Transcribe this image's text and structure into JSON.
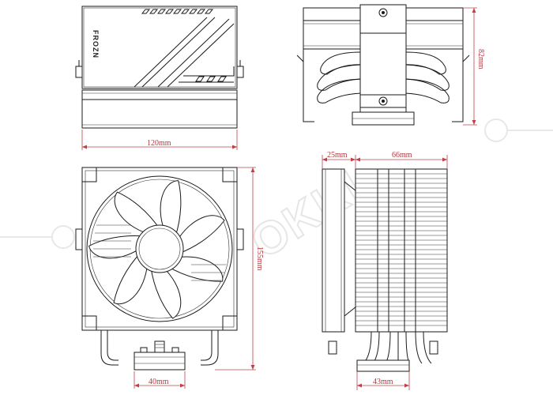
{
  "brand_label": "FROZN",
  "watermark": "OKKI",
  "dimensions": {
    "top_width": "120mm",
    "side_height": "82mm",
    "front_height": "155mm",
    "fan_depth": "25mm",
    "heatsink_depth": "66mm",
    "front_base": "40mm",
    "side_base": "43mm"
  },
  "colors": {
    "dimension": "#c0404a",
    "line": "#1a1a1a",
    "watermark": "#e6e6e6"
  }
}
